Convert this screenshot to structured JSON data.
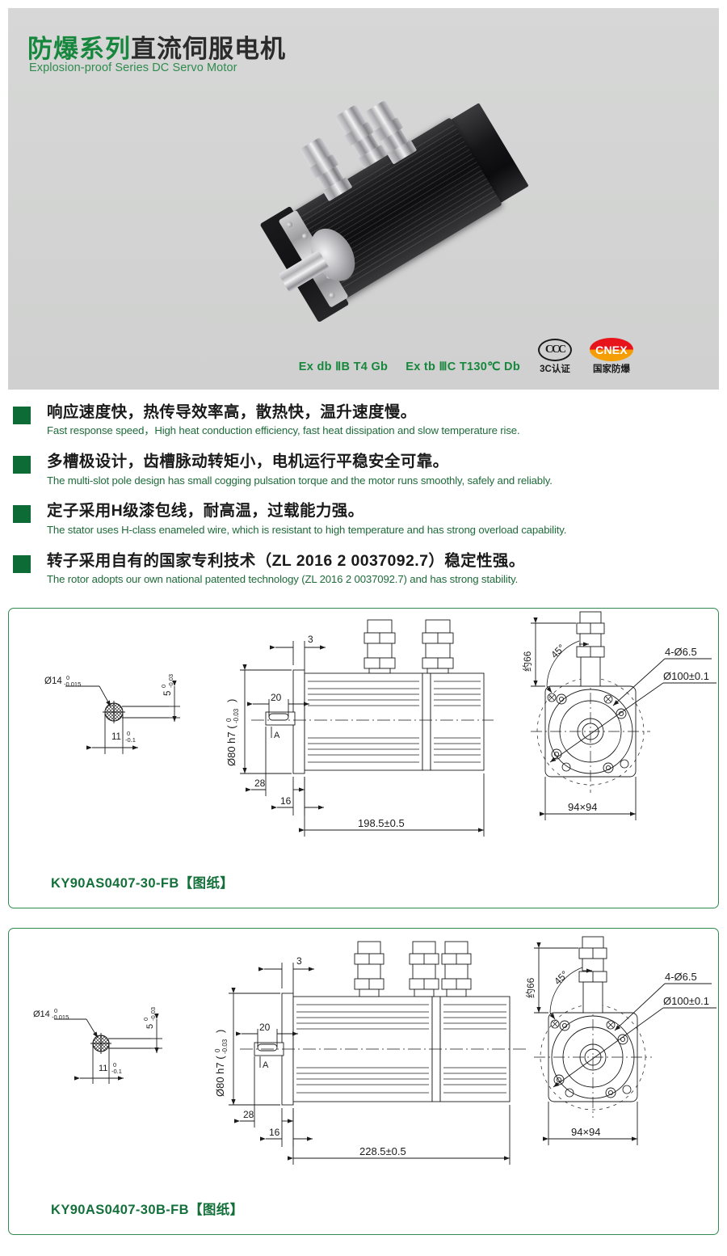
{
  "header": {
    "title_green": "防爆系列",
    "title_dark": "直流伺服电机",
    "subtitle": "Explosion-proof Series DC Servo Motor"
  },
  "certification": {
    "mark_1": "Ex db ⅡB T4 Gb",
    "mark_2": "Ex tb ⅢC T130℃ Db",
    "ccc_symbol": "CCC",
    "ccc_caption": "3C认证",
    "cnex_symbol": "CNEX",
    "cnex_caption": "国家防爆"
  },
  "features": [
    {
      "cn": "响应速度快，热传导效率高，散热快，温升速度慢。",
      "en": "Fast response speed，High heat conduction efficiency, fast heat dissipation and slow temperature rise."
    },
    {
      "cn": "多槽极设计，齿槽脉动转矩小，电机运行平稳安全可靠。",
      "en": "The multi-slot pole design has small cogging pulsation torque and the motor runs smoothly, safely and reliably."
    },
    {
      "cn": "定子采用H级漆包线，耐高温，过载能力强。",
      "en": "The stator uses H-class enameled wire, which is resistant to high temperature and has strong overload capability."
    },
    {
      "cn": "转子采用自有的国家专利技术（ZL 2016 2 0037092.7）稳定性强。",
      "en": "The rotor adopts our own national patented technology (ZL 2016 2 0037092.7) and has strong stability."
    }
  ],
  "drawings": [
    {
      "model_label": "KY90AS0407-30-FB【图纸】",
      "connector_count": 2,
      "dimensions": {
        "shaft_dia": "Ø14",
        "shaft_dia_tol_upper": "0",
        "shaft_dia_tol_lower": "-0.015",
        "key_height": "5",
        "key_height_tol_upper": "0",
        "key_height_tol_lower": "-0.03",
        "key_width": "11",
        "key_width_tol_upper": "0",
        "key_width_tol_lower": "-0.1",
        "flange_step": "3",
        "key_length": "20",
        "shaft_length": "28",
        "flange_thickness": "16",
        "total_length": "198.5±0.5",
        "pilot_dia": "Ø80 h7 (0/-0.03)",
        "section_mark": "A",
        "connector_height": "约66",
        "connector_angle": "45°",
        "bolt_holes": "4-Ø6.5",
        "bolt_circle": "Ø100±0.1",
        "square_size": "94×94"
      }
    },
    {
      "model_label": "KY90AS0407-30B-FB【图纸】",
      "connector_count": 3,
      "dimensions": {
        "shaft_dia": "Ø14",
        "shaft_dia_tol_upper": "0",
        "shaft_dia_tol_lower": "-0.015",
        "key_height": "5",
        "key_height_tol_upper": "0",
        "key_height_tol_lower": "-0.03",
        "key_width": "11",
        "key_width_tol_upper": "0",
        "key_width_tol_lower": "-0.1",
        "flange_step": "3",
        "key_length": "20",
        "shaft_length": "28",
        "flange_thickness": "16",
        "total_length": "228.5±0.5",
        "pilot_dia": "Ø80 h7 (0/-0.03)",
        "section_mark": "A",
        "connector_height": "约66",
        "connector_angle": "45°",
        "bolt_holes": "4-Ø6.5",
        "bolt_circle": "Ø100±0.1",
        "square_size": "94×94"
      }
    }
  ],
  "colors": {
    "brand_green": "#17873d",
    "bullet_green": "#0d6b35",
    "panel_border": "#2f8b4e",
    "header_bg": "#d4d5d4",
    "cnex_red": "#e8141c",
    "cnex_orange": "#f5a005"
  }
}
